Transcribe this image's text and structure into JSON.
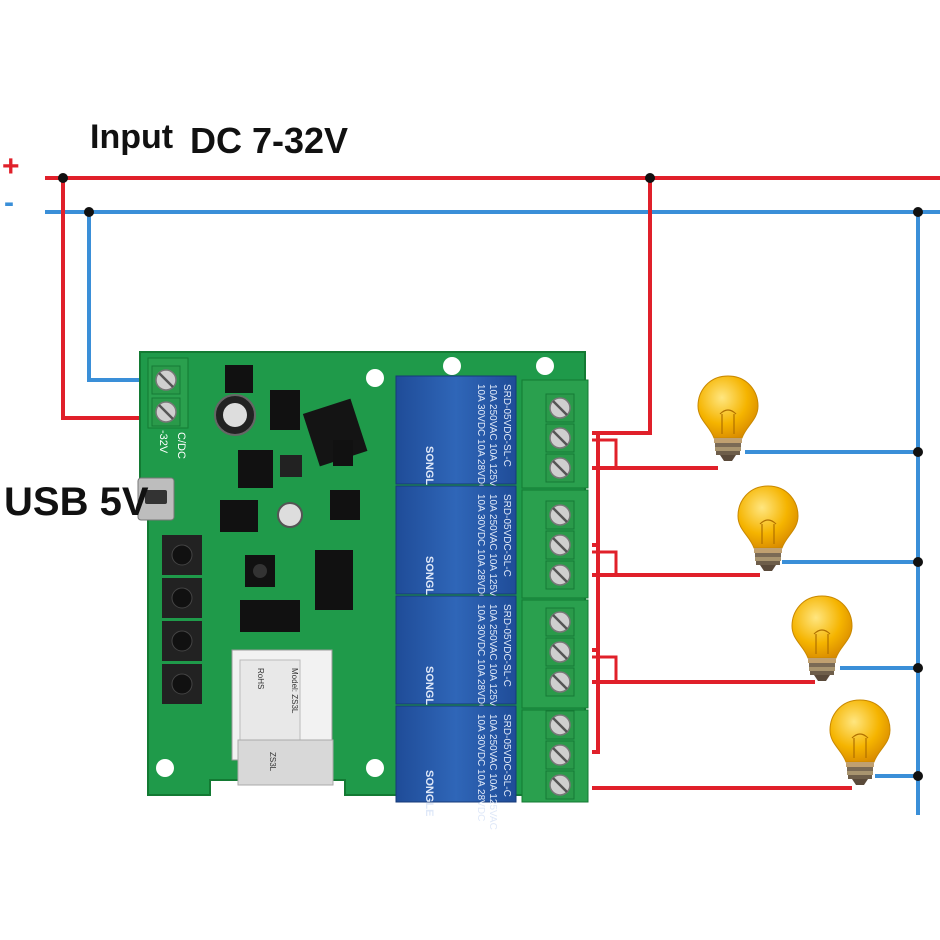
{
  "labels": {
    "input": "Input",
    "voltage": "DC 7-32V",
    "usb": "USB 5V",
    "plus": "+",
    "minus": "-"
  },
  "board": {
    "terminal_label_1": "C/DC",
    "terminal_label_2": "-32V",
    "relay_model": "SRD-05VDC-SL-C",
    "relay_rating_1": "10A 250VAC  10A 125VAC",
    "relay_rating_2": "10A 30VDC  10A 28VDC",
    "relay_brand": "SONGLE",
    "module_model": "Model: ZS3L",
    "module_rohs": "RoHS",
    "module_shield": "ZS3L",
    "relay_count": 4,
    "button_count": 4
  },
  "colors": {
    "positive_wire": "#e0202a",
    "negative_wire": "#3a8fd8",
    "pcb": "#1f9a4a",
    "relay": "#2858a8",
    "bulb": "#f5b400"
  },
  "bulbs": [
    {
      "name": "bulb-1"
    },
    {
      "name": "bulb-2"
    },
    {
      "name": "bulb-3"
    },
    {
      "name": "bulb-4"
    }
  ]
}
